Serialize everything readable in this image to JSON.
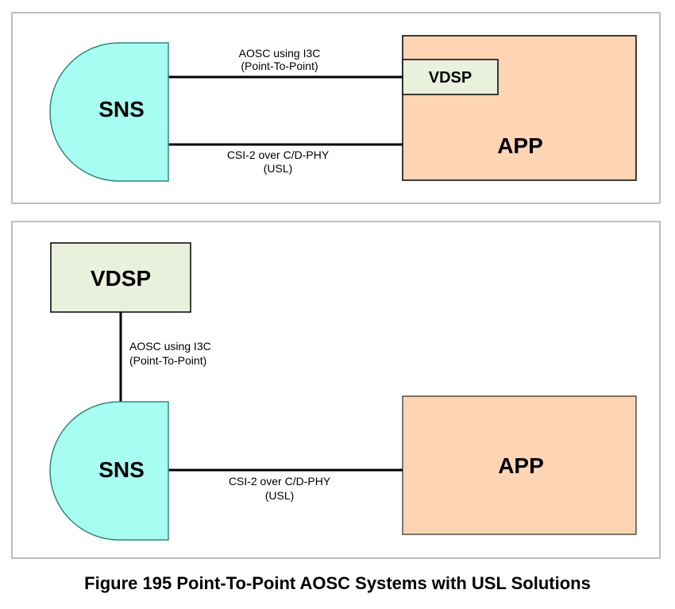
{
  "colors": {
    "sns_fill": "#a8fdf2",
    "app_fill": "#fdd5b5",
    "vdsp_fill": "#e9f0dc",
    "line": "#000000",
    "frame": "#7f7f7f"
  },
  "top": {
    "sns_label": "SNS",
    "app_label": "APP",
    "vdsp_label": "VDSP",
    "link1_line1": "AOSC using I3C",
    "link1_line2": "(Point-To-Point)",
    "link2_line1": "CSI-2 over C/D-PHY",
    "link2_line2": "(USL)"
  },
  "bottom": {
    "vdsp_label": "VDSP",
    "sns_label": "SNS",
    "app_label": "APP",
    "link1_line1": "AOSC using I3C",
    "link1_line2": "(Point-To-Point)",
    "link2_line1": "CSI-2 over C/D-PHY",
    "link2_line2": "(USL)"
  },
  "caption": "Figure 195 Point-To-Point AOSC Systems with USL Solutions"
}
